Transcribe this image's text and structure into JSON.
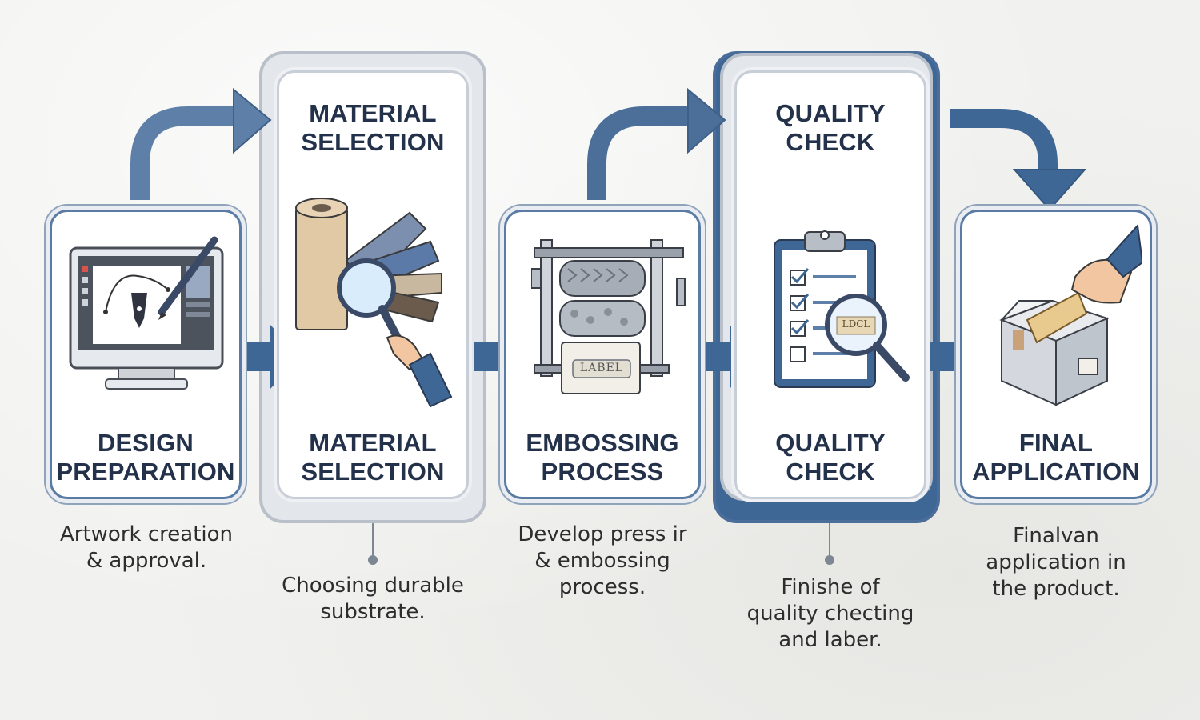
{
  "colors": {
    "primary": "#3f6796",
    "arrow_light": "#5d7fa8",
    "text_dark": "#23324a",
    "card_border": "#5a7ba3",
    "frame_light": "#b9c0c9"
  },
  "stages": [
    {
      "id": "design",
      "title_lines": [
        "DESIGN",
        "PREPARATION"
      ],
      "caption_lines": [
        "Artwork creation",
        "& approval."
      ],
      "icon": "computer-monitor-icon"
    },
    {
      "id": "material",
      "top_title_lines": [
        "MATERIAL",
        "SELECTION"
      ],
      "title_lines": [
        "MATERIAL",
        "SELECTION"
      ],
      "caption_lines": [
        "Choosing durable",
        "substrate."
      ],
      "icon": "material-roll-magnifier-icon"
    },
    {
      "id": "embossing",
      "title_lines": [
        "EMBOSSING",
        "PROCESS"
      ],
      "caption_lines": [
        "Develop press ir",
        "& embossing",
        "process."
      ],
      "icon": "embossing-press-icon",
      "icon_label": "LABEL"
    },
    {
      "id": "quality",
      "top_title_lines": [
        "QUALITY",
        "CHECK"
      ],
      "title_lines": [
        "QUALITY",
        "CHECK"
      ],
      "caption_lines": [
        "Finishe of",
        "quality checting",
        "and laber."
      ],
      "icon": "clipboard-checklist-icon",
      "icon_label": "LDCL"
    },
    {
      "id": "final",
      "title_lines": [
        "FINAL",
        "APPLICATION"
      ],
      "caption_lines": [
        "Finalvan",
        "application in",
        "the product."
      ],
      "icon": "box-label-hand-icon"
    }
  ]
}
